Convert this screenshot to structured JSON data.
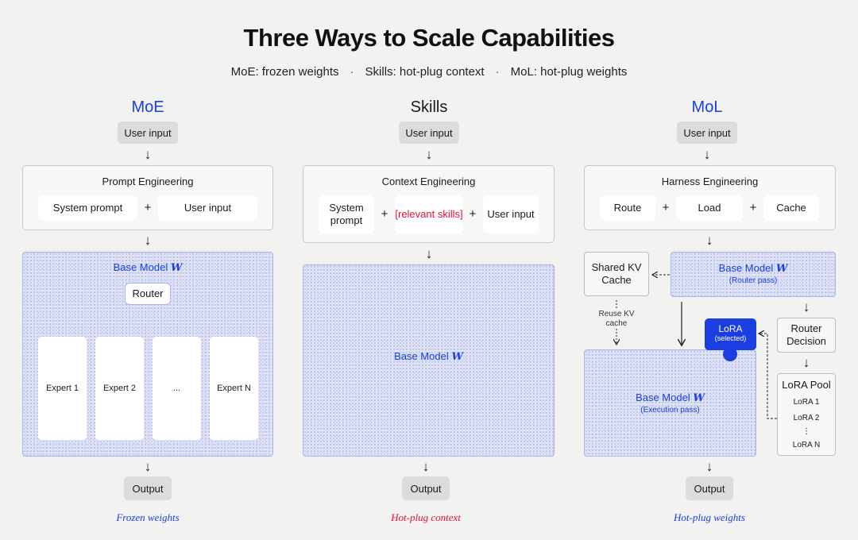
{
  "title": "Three Ways to Scale Capabilities",
  "subtitle": {
    "items": [
      "MoE: frozen weights",
      "Skills: hot-plug context",
      "MoL: hot-plug weights"
    ],
    "separator": "·"
  },
  "colors": {
    "accent_blue": "#1a3ee0",
    "accent_red": "#e0103c",
    "background": "#f2f2f1"
  },
  "moe": {
    "heading": "MoE",
    "user_input": "User input",
    "panel_title": "Prompt Engineering",
    "parts": [
      "System prompt",
      "User input"
    ],
    "plus": "+",
    "model_label": "Base Model ",
    "model_symbol": "W",
    "router": "Router",
    "experts": [
      "Expert 1",
      "Expert 2",
      "...",
      "Expert N"
    ],
    "output": "Output",
    "footer": "Frozen weights"
  },
  "skills": {
    "heading": "Skills",
    "user_input": "User input",
    "panel_title": "Context Engineering",
    "parts": [
      "System prompt",
      "[relevant skills]",
      "User input"
    ],
    "plus": "+",
    "model_label": "Base Model ",
    "model_symbol": "W",
    "output": "Output",
    "footer": "Hot-plug context"
  },
  "mol": {
    "heading": "MoL",
    "user_input": "User input",
    "panel_title": "Harness Engineering",
    "parts": [
      "Route",
      "Load",
      "Cache"
    ],
    "plus": "+",
    "shared_kv": "Shared KV Cache",
    "reuse_kv": "Reuse KV cache",
    "router_model_label": "Base Model ",
    "router_model_symbol": "W",
    "router_model_sub": "(Router pass)",
    "router_decision": "Router Decision",
    "lora_selected": "LoRA",
    "lora_selected_sub": "(selected)",
    "exec_model_label": "Base Model ",
    "exec_model_symbol": "W",
    "exec_model_sub": "(Execution pass)",
    "lora_pool_title": "LoRA Pool",
    "lora_pool_items": [
      "LoRA 1",
      "LoRA 2",
      "⋮",
      "LoRA N"
    ],
    "output": "Output",
    "footer": "Hot-plug weights"
  },
  "arrows": {
    "down": "↓"
  }
}
